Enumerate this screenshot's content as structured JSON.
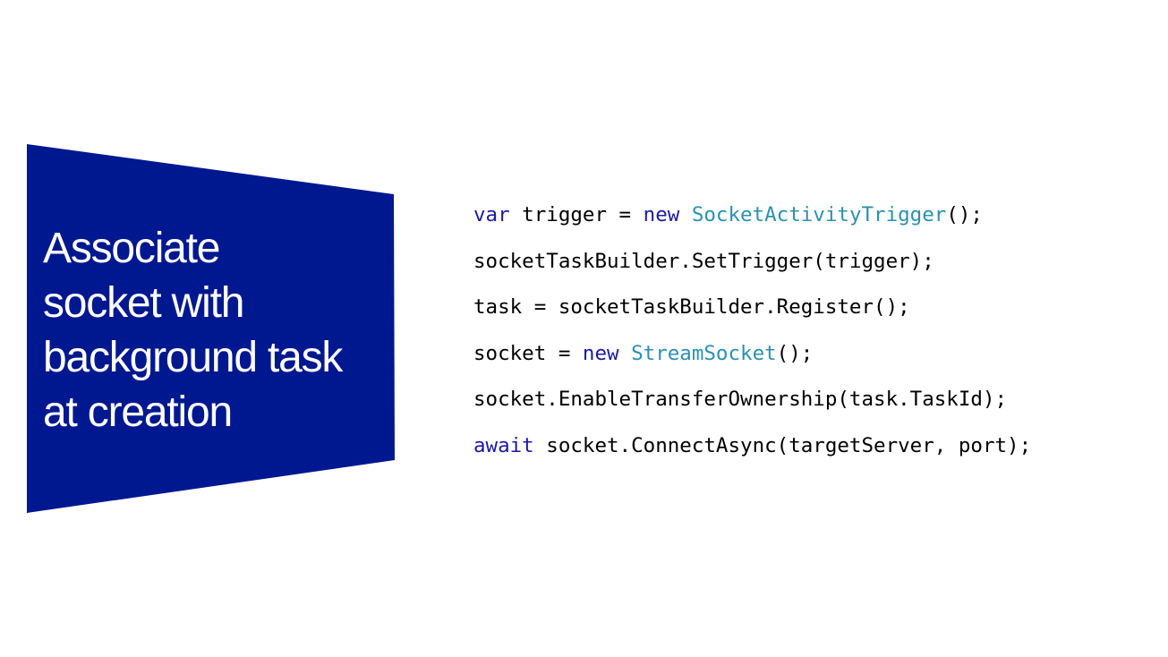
{
  "slide": {
    "title_lines": [
      "Associate",
      "socket with",
      "background task",
      "at creation"
    ]
  },
  "code": {
    "lines": [
      [
        {
          "t": "var",
          "k": "kw"
        },
        {
          "t": " trigger = "
        },
        {
          "t": "new",
          "k": "kw"
        },
        {
          "t": " "
        },
        {
          "t": "SocketActivityTrigger",
          "k": "ty"
        },
        {
          "t": "();"
        }
      ],
      [
        {
          "t": "socketTaskBuilder.SetTrigger(trigger);"
        }
      ],
      [
        {
          "t": "task = socketTaskBuilder.Register();"
        }
      ],
      [
        {
          "t": "socket = "
        },
        {
          "t": "new",
          "k": "kw"
        },
        {
          "t": " "
        },
        {
          "t": "StreamSocket",
          "k": "ty"
        },
        {
          "t": "();"
        }
      ],
      [
        {
          "t": "socket.EnableTransferOwnership(task.TaskId);"
        }
      ],
      [
        {
          "t": "await",
          "k": "kw"
        },
        {
          "t": " socket.ConnectAsync(targetServer, port);"
        }
      ]
    ]
  },
  "colors": {
    "panel": "#00188f",
    "keyword": "#1a1aa6",
    "type": "#2b91af",
    "text": "#000000"
  }
}
